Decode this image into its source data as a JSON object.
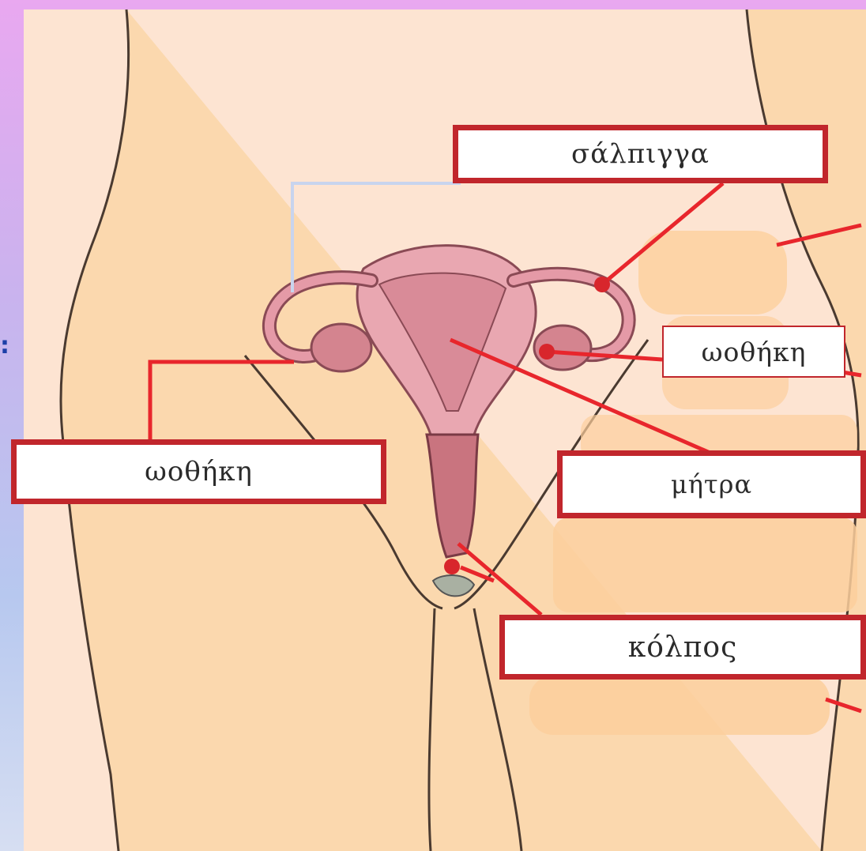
{
  "labels": {
    "fallopian_tube": "σάλπιγγα",
    "ovary_left": "ωοθήκη",
    "ovary_right": "ωοθήκη",
    "uterus": "μήτρα",
    "vagina": "κόλπος"
  },
  "side_mark": ":",
  "colors": {
    "label_border": "#c1262c",
    "leader_line": "#e8262c",
    "skin": "#fde3cf",
    "body_fill": "#fbd9b3",
    "organ_pink": "#e7a1aa",
    "organ_dark": "#a04a5c"
  }
}
